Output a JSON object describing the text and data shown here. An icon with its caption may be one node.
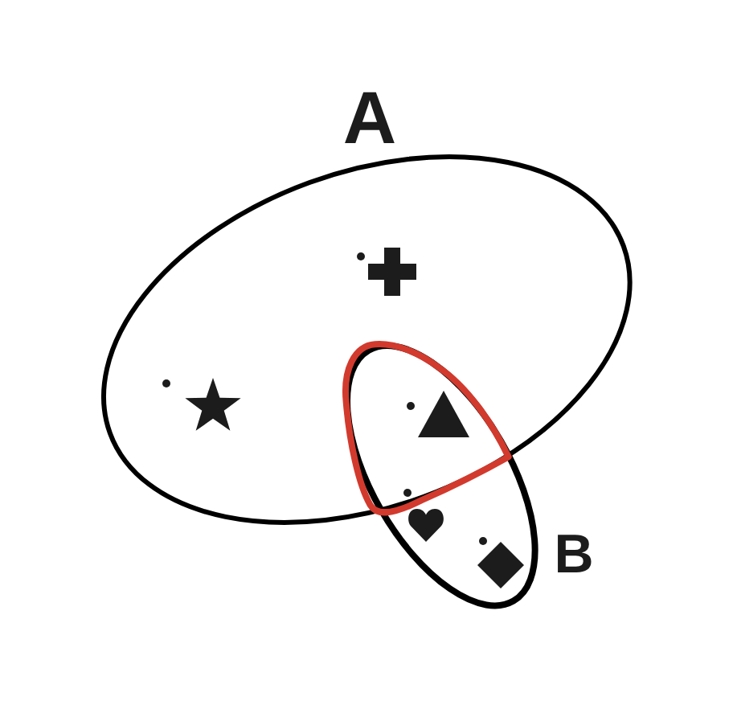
{
  "diagram": {
    "nodes": [
      {
        "text": [
          "A"
        ]
      },
      {
        "text": [
          "B"
        ]
      },
      {
        "text": [],
        "shape": "lens"
      }
    ]
  }
}
